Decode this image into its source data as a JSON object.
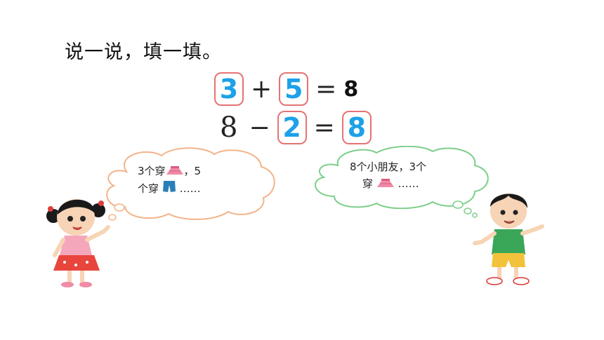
{
  "title": "说一说，填一填。",
  "equation1": {
    "a": "3",
    "plus": "+",
    "b": "5",
    "equals": "=",
    "result": "8"
  },
  "equation2": {
    "a": "8",
    "minus": "−",
    "b": "2",
    "equals": "=",
    "result": "8"
  },
  "girl_bubble": {
    "line1_pre": "3个穿",
    "line1_post": "，5",
    "line2_pre": "个穿",
    "line2_post": "……"
  },
  "boy_bubble": {
    "line1": "8个小朋友，3个",
    "line2_pre": "穿",
    "line2_post": "……"
  },
  "colors": {
    "answer_blue": "#1da1e8",
    "box_border": "#e57373",
    "girl_cloud": "#f2b48a",
    "boy_cloud": "#7ccf8a"
  },
  "icons": [
    "skirt-icon",
    "shorts-icon",
    "girl-character",
    "boy-character"
  ]
}
